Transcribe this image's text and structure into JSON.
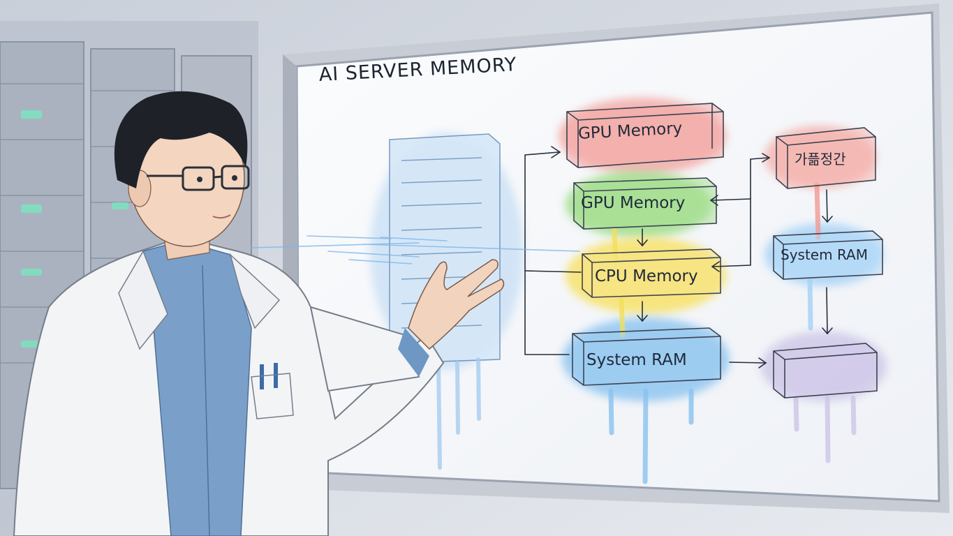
{
  "whiteboard": {
    "title": "AI SERVER MEMORY"
  },
  "diagram": {
    "boxes": [
      {
        "id": "gpu-memory-top",
        "label": "GPU Memory",
        "color": "#f08a86"
      },
      {
        "id": "gpu-memory-mid",
        "label": "GPU Memory",
        "color": "#8fd47a"
      },
      {
        "id": "cpu-memory",
        "label": "CPU Memory",
        "color": "#f6df62"
      },
      {
        "id": "system-ram-main",
        "label": "System RAM",
        "color": "#7fbdf0"
      },
      {
        "id": "korean-box",
        "label": "가픎정간",
        "color": "#f29a94"
      },
      {
        "id": "system-ram-right",
        "label": "System RAM",
        "color": "#9fd0f6"
      },
      {
        "id": "blank-purple",
        "label": "",
        "color": "#c9c2e6"
      }
    ]
  },
  "colors": {
    "wall": "#dfe3ea",
    "board": "#f6f8fb",
    "lab_coat": "#f3f4f6",
    "shirt": "#6f97c4",
    "hair": "#1e2228",
    "server_light": "#7de3c0"
  }
}
